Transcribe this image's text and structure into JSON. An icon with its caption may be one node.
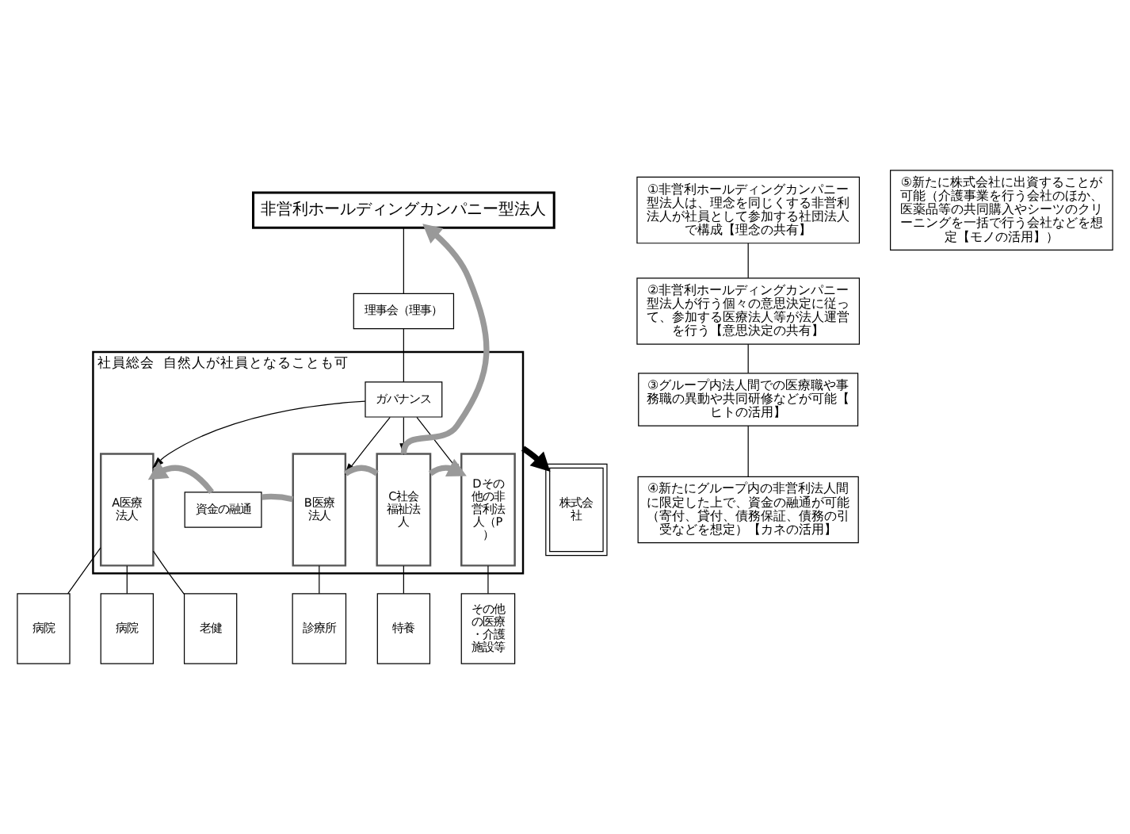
{
  "diagram": {
    "nodes": [
      {
        "text": [
          "非営利ホールディングカンパニー型法人"
        ]
      },
      {
        "text": [
          "理事会（理事）"
        ]
      },
      {
        "text": [
          "社員総会"
        ],
        "beside": [
          "自然人が社員となることも可"
        ]
      },
      {
        "text": [
          "ガバナンス"
        ],
        "in": 2
      },
      {
        "text": [
          "A医療法人"
        ],
        "in": 2
      },
      {
        "text": [
          "B医療法人"
        ],
        "in": 2
      },
      {
        "text": [
          "C社会福祉法人"
        ],
        "in": 2
      },
      {
        "text": [
          "Dその他の非営利法人（P）"
        ],
        "in": 2
      },
      {
        "text": [
          "資金の融通"
        ],
        "in": 2
      },
      {
        "text": [
          "病院"
        ]
      },
      {
        "text": [
          "病院"
        ]
      },
      {
        "text": [
          "老健"
        ]
      },
      {
        "text": [
          "診療所"
        ]
      },
      {
        "text": [
          "特養"
        ]
      },
      {
        "text": [
          "その他の医療・介護施設等"
        ]
      },
      {
        "text": [
          "株式会社"
        ]
      },
      {
        "text": [
          "①非営利ホールディングカンパニー型法人は、理念を同じくする非営利法人が社員として参加する社団法人で構成【理念の共有】"
        ]
      },
      {
        "text": [
          "②非営利ホールディングカンパニー型法人が行う個々の意思決定に従って、参加する医療法人等が法人運営を行う【意思決定の共有】"
        ]
      },
      {
        "text": [
          "③グループ内法人間での医療職や事務職の異動や共同研修などが可能【ヒトの活用】"
        ]
      },
      {
        "text": [
          "④新たにグループ内の非営利法人間に限定した上で、資金の融通が可能（寄付、貸付、債務保証、債務の引受などを想定）【カネの活用】"
        ]
      },
      {
        "text": [
          "⑤新たに株式会社に出資することが可能（介護事業を行う会社のほか、医薬品等の共同購入やシーツのクリーニングを一括で行う会社などを想定【モノの活用】）"
        ]
      }
    ],
    "edges": [
      {
        "from": 0,
        "to": 1,
        "arrow": "none"
      },
      {
        "from": 1,
        "to": 3,
        "arrow": "none"
      },
      {
        "from": 3,
        "to": 4,
        "arrow": "to"
      },
      {
        "from": 3,
        "to": 5,
        "arrow": "to"
      },
      {
        "from": 3,
        "to": 6,
        "arrow": "to"
      },
      {
        "from": 3,
        "to": 7,
        "arrow": "to"
      },
      {
        "from": 5,
        "to": 8,
        "arrow": "none",
        "style": "thick",
        "color": "#999999"
      },
      {
        "from": 8,
        "to": 4,
        "arrow": "to",
        "style": "thick",
        "color": "#999999"
      },
      {
        "from": 5,
        "to": 6,
        "arrow": "none",
        "style": "thick",
        "color": "#999999"
      },
      {
        "from": 6,
        "to": 7,
        "arrow": "to",
        "style": "thick",
        "color": "#999999"
      },
      {
        "from": 6,
        "to": 0,
        "arrow": "to",
        "style": "thick",
        "color": "#999999"
      },
      {
        "from": 4,
        "to": 9,
        "arrow": "none"
      },
      {
        "from": 4,
        "to": 10,
        "arrow": "none"
      },
      {
        "from": 4,
        "to": 11,
        "arrow": "none"
      },
      {
        "from": 5,
        "to": 12,
        "arrow": "none"
      },
      {
        "from": 6,
        "to": 13,
        "arrow": "none"
      },
      {
        "from": 7,
        "to": 14,
        "arrow": "none"
      },
      {
        "from": 2,
        "to": 15,
        "arrow": "to",
        "style": "thick"
      },
      {
        "from": 16,
        "to": 17,
        "arrow": "none"
      },
      {
        "from": 17,
        "to": 18,
        "arrow": "none"
      },
      {
        "from": 18,
        "to": 19,
        "arrow": "none"
      }
    ]
  }
}
